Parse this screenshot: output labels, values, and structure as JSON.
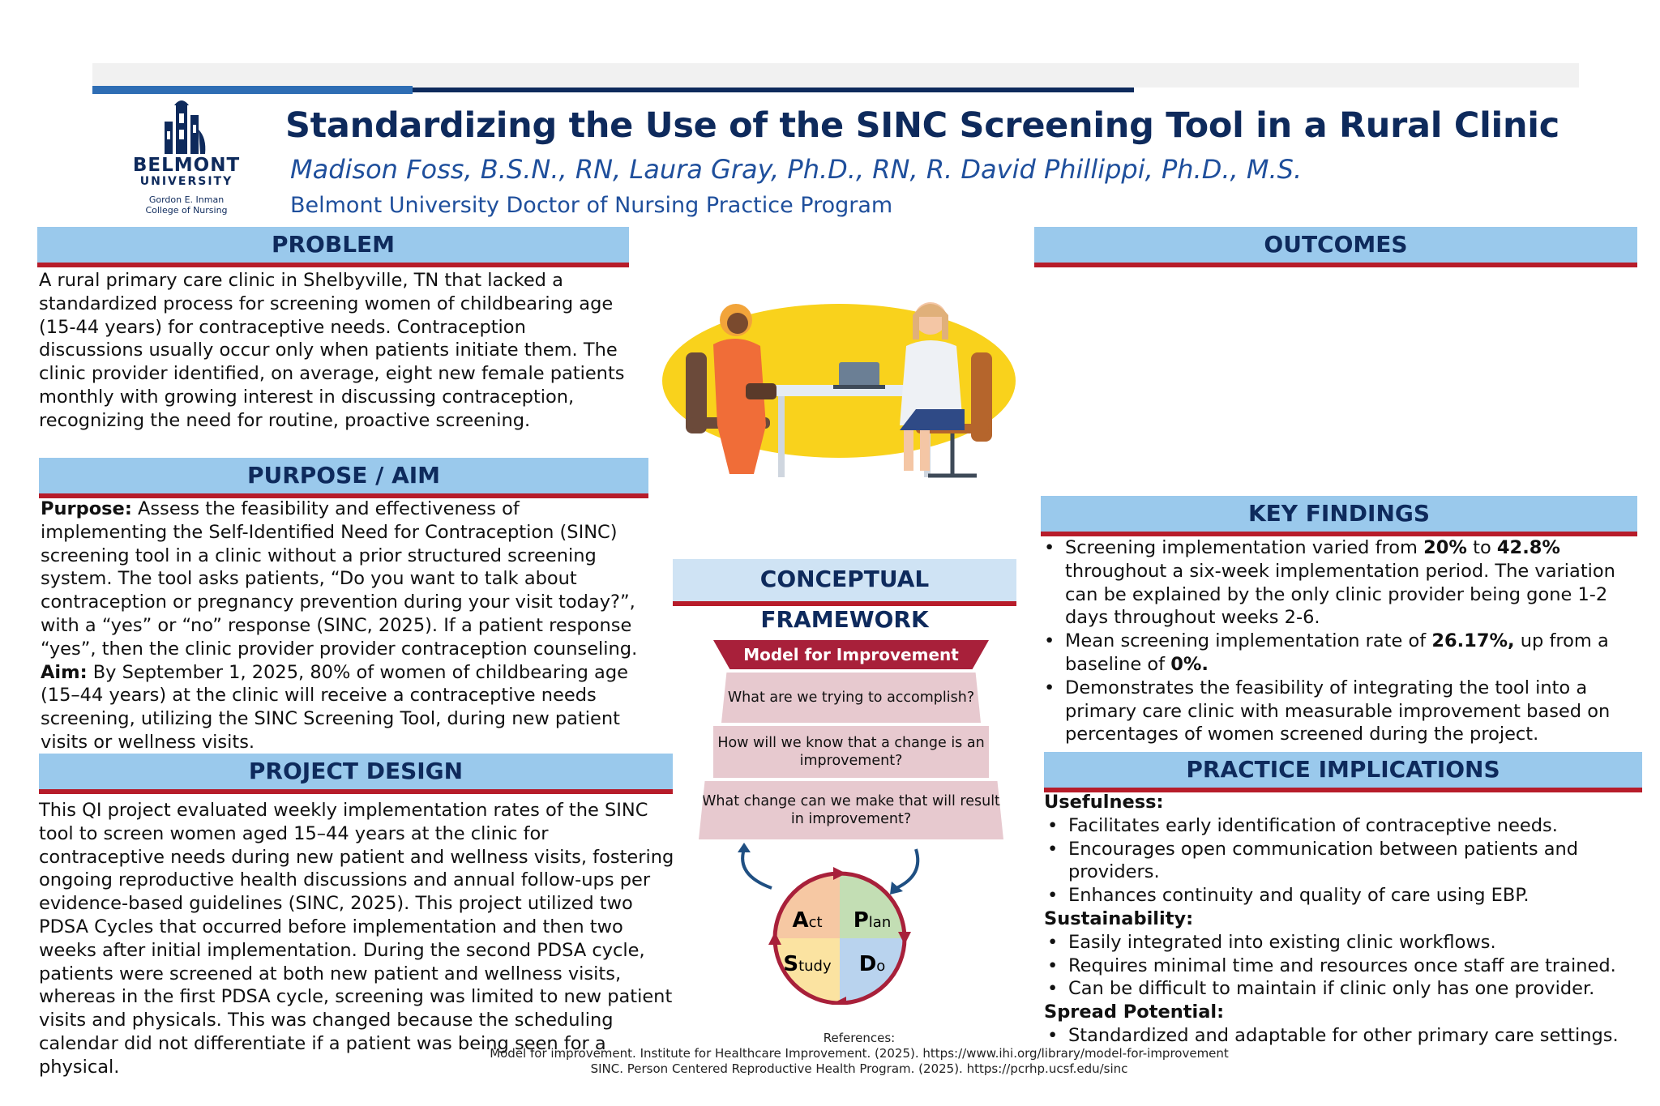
{
  "header": {
    "logo": {
      "name": "BELMONT",
      "university": "UNIVERSITY",
      "college_line1": "Gordon E. Inman",
      "college_line2": "College of Nursing"
    },
    "title": "Standardizing the Use of the SINC Screening Tool in a Rural Clinic",
    "authors": "Madison Foss, B.S.N., RN, Laura Gray, Ph.D., RN, R. David Phillippi, Ph.D., M.S.",
    "program": "Belmont University Doctor of Nursing Practice Program"
  },
  "problem": {
    "heading": "PROBLEM",
    "text": "A rural primary care clinic in Shelbyville, TN that lacked a standardized process for screening women of childbearing age (15-44 years) for contraceptive needs. Contraception discussions usually occur only when patients initiate them. The clinic provider identified, on average, eight new female patients monthly with growing interest in discussing contraception, recognizing the need for routine, proactive screening."
  },
  "purpose": {
    "heading": "PURPOSE / AIM",
    "purpose_label": "Purpose:",
    "purpose_text": " Assess the feasibility and effectiveness of implementing the Self-Identified Need for Contraception (SINC) screening tool in a clinic without a prior structured screening system. The tool asks patients, “Do you want to talk about contraception or pregnancy prevention during your visit today?”, with a “yes” or “no” response (SINC, 2025). If a patient response “yes”, then the clinic provider provider contraception counseling.",
    "aim_label": "Aim:",
    "aim_text": " By September 1, 2025, 80% of women of childbearing age (15–44 years) at the clinic will receive a contraceptive needs screening, utilizing the SINC Screening Tool, during new patient visits or wellness visits."
  },
  "design": {
    "heading": "PROJECT DESIGN",
    "text": "This QI project evaluated weekly implementation rates of the SINC tool to screen women aged 15–44 years at the clinic for contraceptive needs during new patient and wellness visits, fostering ongoing reproductive health discussions and annual follow-ups per evidence-based guidelines (SINC, 2025). This project utilized two PDSA Cycles that occurred before implementation and then two weeks after initial implementation. During the second PDSA cycle, patients were screened at both new patient and wellness visits, whereas in the first PDSA cycle, screening was limited to new patient visits and physicals. This was changed because the scheduling calendar did not differentiate if a patient was being seen for a physical."
  },
  "framework": {
    "heading": "CONCEPTUAL FRAMEWORK",
    "model_title": "Model for Improvement",
    "q1": "What are we trying to accomplish?",
    "q2": "How will we know that a change is an improvement?",
    "q3": "What change can we make that will result in improvement?",
    "act_big": "A",
    "act_small": "ct",
    "plan_big": "P",
    "plan_small": "lan",
    "study_big": "S",
    "study_small": "tudy",
    "do_big": "D",
    "do_small": "o",
    "colors": {
      "act": "#f6c8a3",
      "plan": "#c3deb4",
      "study": "#fbe3a1",
      "do": "#b9d3ee",
      "ring": "#a8203a"
    }
  },
  "outcomes": {
    "heading": "OUTCOMES"
  },
  "findings": {
    "heading": "KEY FINDINGS",
    "b1_pre": "Screening implementation varied from ",
    "b1_v1": "20%",
    "b1_mid": " to ",
    "b1_v2": "42.8%",
    "b1_post": " throughout a six-week implementation period. The variation can be explained by the only clinic provider being gone 1-2 days throughout weeks 2-6.",
    "b2_pre": "Mean screening implementation rate of ",
    "b2_v1": "26.17%,",
    "b2_mid": " up from a baseline of ",
    "b2_v2": "0%.",
    "b3": "Demonstrates the feasibility of integrating the tool into a primary care clinic with measurable improvement based on percentages of women screened during the project."
  },
  "implications": {
    "heading": "PRACTICE IMPLICATIONS",
    "usefulness_label": "Usefulness:",
    "u1": "Facilitates early identification of contraceptive needs.",
    "u2": "Encourages open communication between patients and providers.",
    "u3": "Enhances continuity and quality of care using EBP.",
    "sustainability_label": "Sustainability:",
    "s1": "Easily integrated into existing clinic workflows.",
    "s2": "Requires minimal time and resources once staff are trained.",
    "s3": "Can be difficult to maintain if clinic only has one provider.",
    "spread_label": "Spread Potential:",
    "p1": "Standardized and adaptable for other primary care settings."
  },
  "references": {
    "label": "References:",
    "r1": "Model for improvement. Institute for Healthcare Improvement. (2025). https://www.ihi.org/library/model-for-improvement",
    "r2": "SINC. Person Centered Reproductive Health Program. (2025). https://pcrhp.ucsf.edu/sinc"
  }
}
